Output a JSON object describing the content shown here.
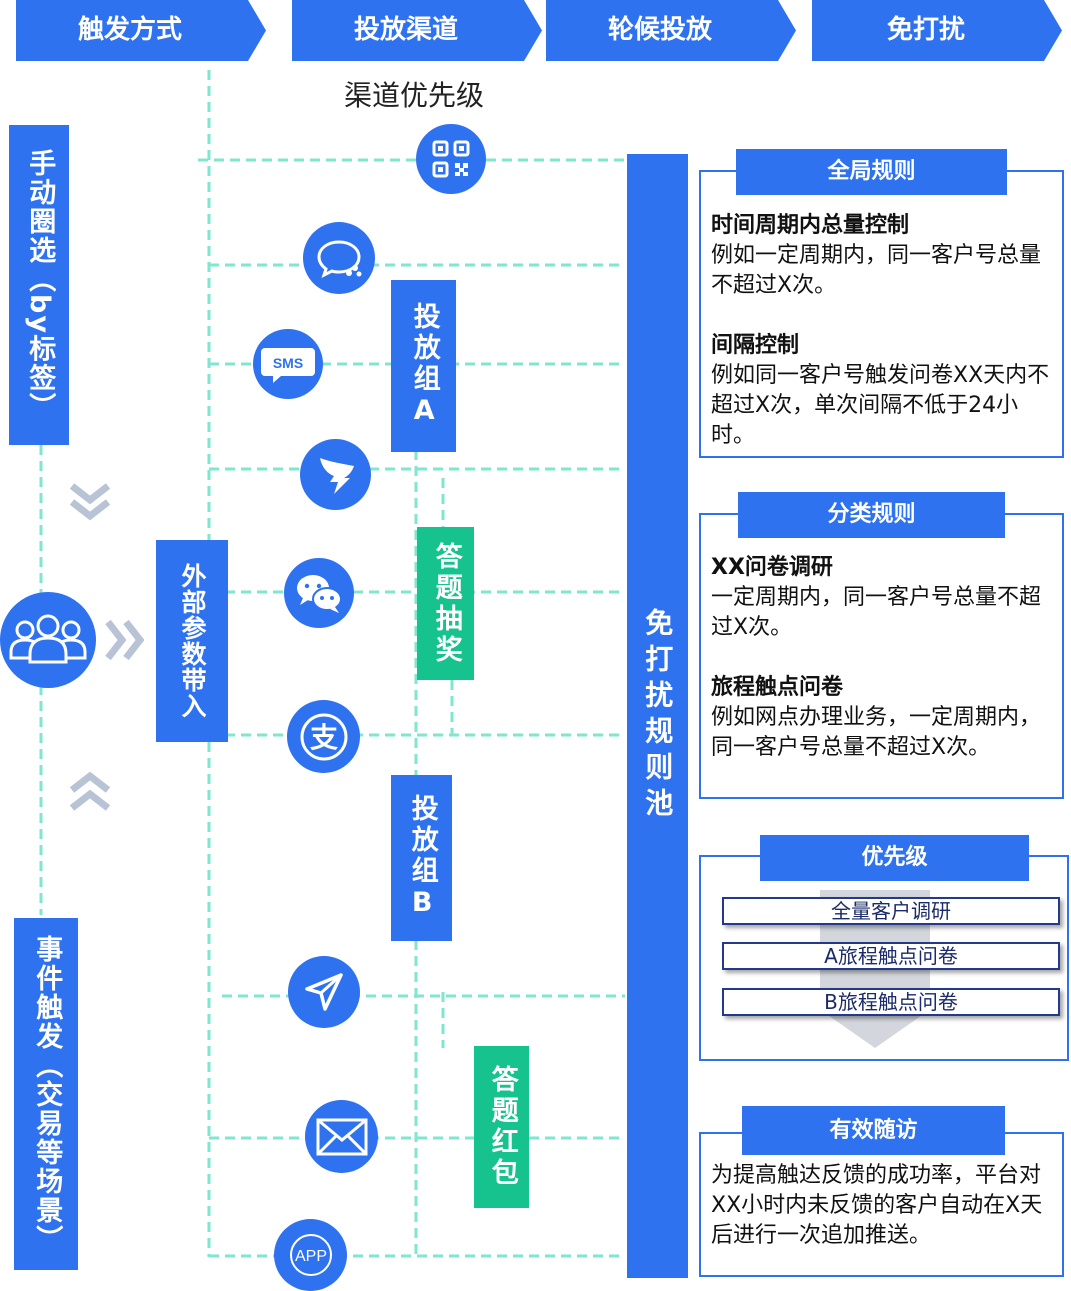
{
  "headers": [
    "触发方式",
    "投放渠道",
    "轮候投放",
    "免打扰"
  ],
  "channel_priority_label": "渠道优先级",
  "triggers": {
    "manual": "手动圈选（by标签）",
    "event": "事件触发（交易等场景）",
    "external": "外部参数带入"
  },
  "groups": {
    "group_a": "投放组A",
    "group_b": "投放组B",
    "lottery": "答题抽奖",
    "red_packet": "答题红包"
  },
  "channels": {
    "sms": "SMS",
    "app": "APP",
    "alipay": "支"
  },
  "pool": "免打扰规则池",
  "global_rules": {
    "title": "全局规则",
    "item1_title": "时间周期内总量控制",
    "item1_text": "例如一定周期内，同一客户号总量不超过X次。",
    "item2_title": "间隔控制",
    "item2_text": "例如同一客户号触发问卷XX天内不超过X次，单次间隔不低于24小时。"
  },
  "category_rules": {
    "title": "分类规则",
    "item1_title": "XX问卷调研",
    "item1_text": "一定周期内，同一客户号总量不超过X次。",
    "item2_title": "旅程触点问卷",
    "item2_text": "例如网点办理业务，一定周期内，同一客户号总量不超过X次。"
  },
  "priority": {
    "title": "优先级",
    "items": [
      "全量客户调研",
      "A旅程触点问卷",
      "B旅程触点问卷"
    ]
  },
  "follow_up": {
    "title": "有效随访",
    "text": "为提高触达反馈的成功率，平台对XX小时内未反馈的客户自动在X天后进行一次追加推送。"
  },
  "colors": {
    "primary": "#2e72f0",
    "green": "#16c28e",
    "dashed_line": "#7fe6cf",
    "chevron": "#b8c3d6"
  }
}
